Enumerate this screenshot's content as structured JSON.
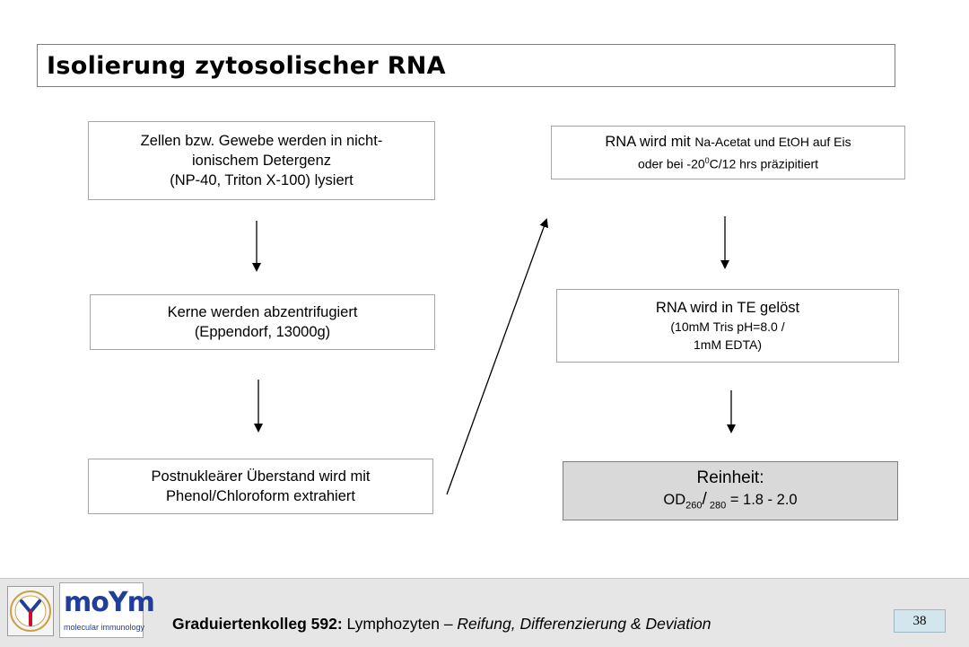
{
  "slide": {
    "title": "Isolierung zytosolischer RNA",
    "left_column": [
      {
        "lines": [
          "Zellen bzw. Gewebe werden  in nicht-",
          "ionischem Detergenz",
          "(NP-40, Triton X-100) lysiert"
        ]
      },
      {
        "lines": [
          "Kerne werden abzentrifugiert",
          "(Eppendorf, 13000g)"
        ]
      },
      {
        "lines": [
          "Postnukleärer Überstand wird mit",
          "Phenol/Chloroform extrahiert"
        ]
      }
    ],
    "right_column": {
      "step1": {
        "line1_a": "RNA wird mit ",
        "line1_b": "Na-Acetat und EtOH auf Eis",
        "line2_a": "oder bei -20",
        "line2_sup": "0",
        "line2_b": "C/12 hrs präzipitiert"
      },
      "step2": {
        "line1": "RNA wird in TE gelöst",
        "line2": "(10mM Tris pH=8.0 /",
        "line3": "1mM EDTA)"
      },
      "step3": {
        "label": "Reinheit:",
        "od_prefix": "OD",
        "od_sub1": "260",
        "od_slash": "/",
        "od_sub2": " 280",
        "od_value": " = 1.8 - 2.0"
      }
    }
  },
  "footer": {
    "program_bold": "Graduiertenkolleg 592:",
    "program_text": " Lymphozyten – ",
    "program_italic": "Reifung, Differenzierung & Deviation",
    "page_number": "38",
    "logo2_text": "moYm",
    "logo2_sub": "molecular immunology"
  },
  "colors": {
    "footer_bg": "#e6e6e6",
    "result_box_bg": "#d9d9d9",
    "page_num_bg": "#d3e6ee",
    "logo_blue": "#1f3f9a",
    "logo_red": "#c8102e"
  }
}
